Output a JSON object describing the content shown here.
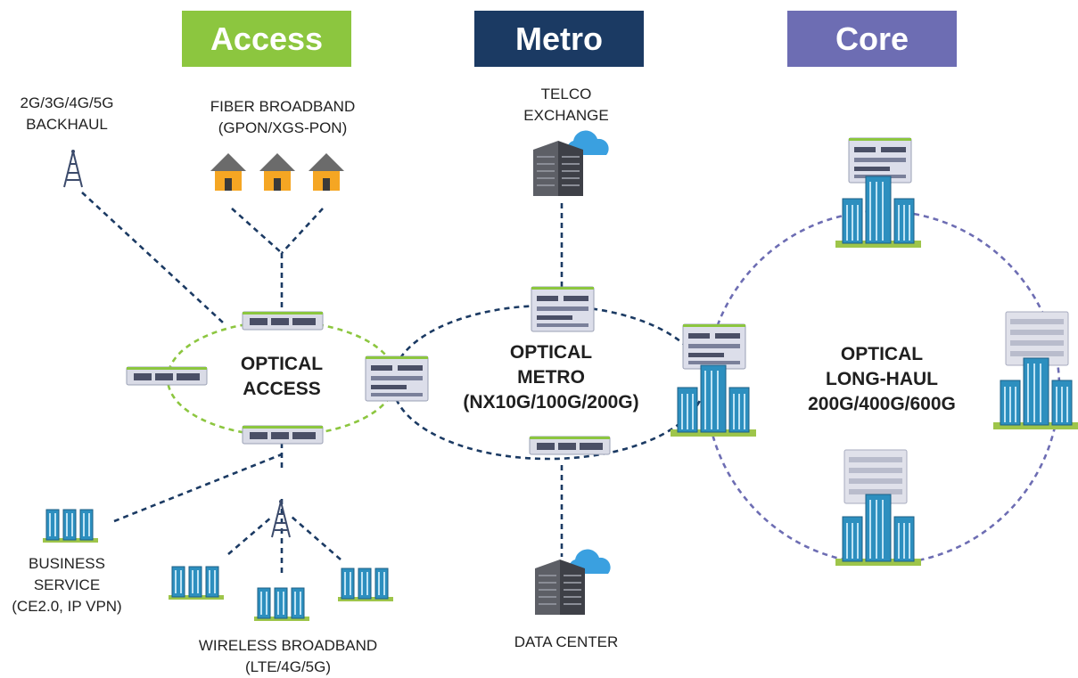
{
  "colors": {
    "access": "#8cc63f",
    "metro": "#1b3a63",
    "core": "#6d6db3",
    "link_dark": "#1b3a63",
    "ring_access": "#8cc63f",
    "ring_core": "#6d6db3",
    "building": "#2d8fbf",
    "house_body": "#f5a623",
    "house_roof": "#6b6b6b",
    "cloud": "#3aa0e0"
  },
  "headers": {
    "access": "Access",
    "metro": "Metro",
    "core": "Core"
  },
  "labels": {
    "backhaul": [
      "2G/3G/4G/5G",
      "BACKHAUL"
    ],
    "fiber": [
      "FIBER BROADBAND",
      "(GPON/XGS-PON)"
    ],
    "telco": [
      "TELCO",
      "EXCHANGE"
    ],
    "business": [
      "BUSINESS",
      "SERVICE",
      "(CE2.0, IP VPN)"
    ],
    "wireless": [
      "WIRELESS BROADBAND",
      "(LTE/4G/5G)"
    ],
    "datacenter": [
      "DATA CENTER"
    ]
  },
  "rings": {
    "access": [
      "OPTICAL",
      "ACCESS"
    ],
    "metro": [
      "OPTICAL",
      "METRO",
      "(NX10G/100G/200G)"
    ],
    "core": [
      "OPTICAL",
      "LONG-HAUL",
      "200G/400G/600G"
    ]
  },
  "icons": {
    "tower": "cell-tower-icon",
    "house": "house-icon",
    "server": "server-rack-icon",
    "cloud": "cloud-icon",
    "building": "office-building-icon",
    "switch": "optical-switch-icon",
    "chassis": "optical-chassis-icon"
  }
}
